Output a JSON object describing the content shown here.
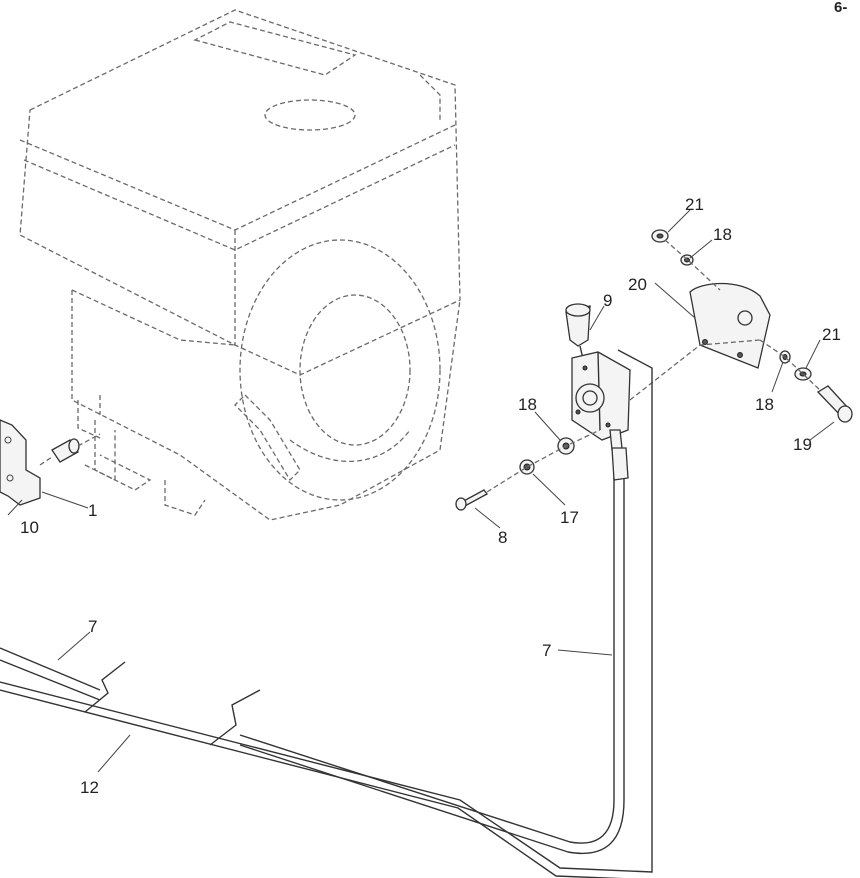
{
  "page": {
    "number": "6-"
  },
  "callouts": {
    "c1": "1",
    "c7a": "7",
    "c7b": "7",
    "c8": "8",
    "c9": "9",
    "c10": "10",
    "c12": "12",
    "c17": "17",
    "c18a": "18",
    "c18b": "18",
    "c18c": "18",
    "c19": "19",
    "c20": "20",
    "c21a": "21",
    "c21b": "21"
  }
}
